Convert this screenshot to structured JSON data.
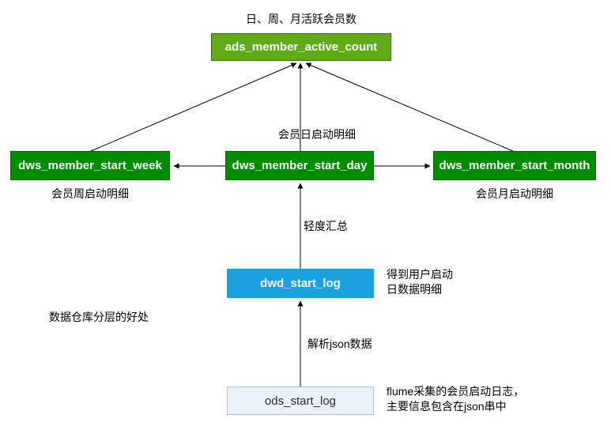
{
  "diagram": {
    "top_caption": "日、周、月活跃会员数",
    "side_note": "数据仓库分层的好处",
    "nodes": {
      "ads": {
        "label": "ads_member_active_count"
      },
      "week": {
        "label": "dws_member_start_week",
        "caption": "会员周启动明细"
      },
      "day": {
        "label": "dws_member_start_day",
        "caption": "会员日启动明细"
      },
      "month": {
        "label": "dws_member_start_month",
        "caption": "会员月启动明细"
      },
      "dwd": {
        "label": "dwd_start_log",
        "note_line1": "得到用户启动",
        "note_line2": "日数据明细"
      },
      "ods": {
        "label": "ods_start_log",
        "note_line1": "flume采集的会员启动日志，",
        "note_line2": "主要信息包含在json串中"
      }
    },
    "edge_labels": {
      "dwd_to_day": "轻度汇总",
      "ods_to_dwd": "解析json数据"
    },
    "colors": {
      "ads_fill": "#60a917",
      "ads_border": "#2d7600",
      "dws_fill": "#008b00",
      "dwd_fill": "#1ba1e2",
      "ods_fill": "#ebf1fa",
      "ods_border": "#a6c1e0",
      "arrow": "#000000"
    }
  }
}
